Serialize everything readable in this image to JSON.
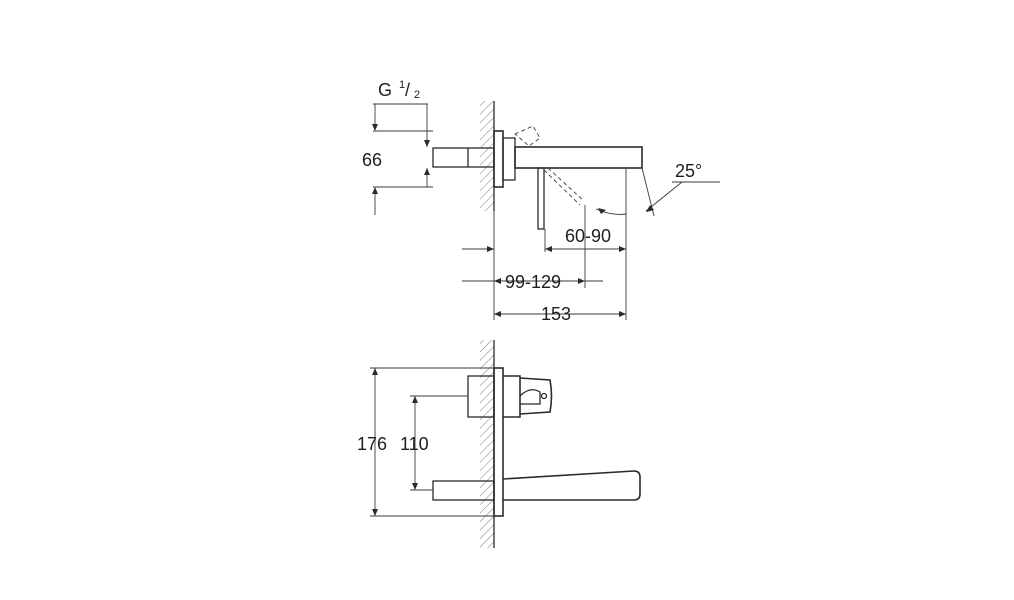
{
  "side_view": {
    "thread_label": {
      "prefix": "G",
      "numerator": "1",
      "slash": "/",
      "denominator": "2"
    },
    "dim_66": "66",
    "dim_angle": "25°",
    "dim_60_90": "60-90",
    "dim_99_129": "99-129",
    "dim_153": "153"
  },
  "front_view": {
    "dim_176": "176",
    "dim_110": "110"
  }
}
